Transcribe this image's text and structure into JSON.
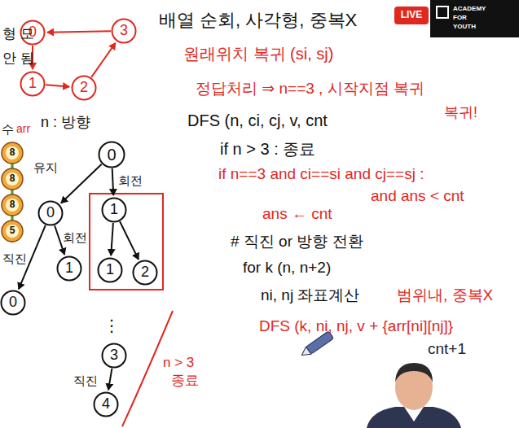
{
  "diagram": {
    "nodes": [
      {
        "text": [
          "0"
        ]
      },
      {
        "text": [
          "3"
        ]
      },
      {
        "text": [
          "1"
        ]
      },
      {
        "text": [
          "2"
        ]
      },
      {
        "text": [
          "0"
        ]
      },
      {
        "text": [
          "0"
        ]
      },
      {
        "text": [
          "1"
        ]
      },
      {
        "text": [
          "0"
        ]
      },
      {
        "text": [
          "1"
        ]
      },
      {
        "text": [
          "1"
        ]
      },
      {
        "text": [
          "2"
        ]
      },
      {
        "text": [
          "3"
        ]
      },
      {
        "text": [
          "4"
        ]
      }
    ],
    "edges": [
      {
        "from": 0,
        "to": 2,
        "arrow": "to"
      },
      {
        "from": 2,
        "to": 3,
        "arrow": "to"
      },
      {
        "from": 3,
        "to": 1,
        "arrow": "to"
      },
      {
        "from": 1,
        "to": 0,
        "arrow": "to"
      },
      {
        "from": 4,
        "to": 5,
        "label": "유지",
        "arrow": "to"
      },
      {
        "from": 4,
        "to": 6,
        "label": "회전",
        "arrow": "to"
      },
      {
        "from": 5,
        "to": 7,
        "label": "직진",
        "arrow": "to"
      },
      {
        "from": 5,
        "to": 8,
        "label": "회전",
        "arrow": "to"
      },
      {
        "from": 6,
        "to": 9,
        "arrow": "to"
      },
      {
        "from": 6,
        "to": 10,
        "arrow": "to"
      },
      {
        "from": 11,
        "to": 12,
        "label": "직진",
        "arrow": "to"
      }
    ],
    "labels": [
      "형 모",
      "안 됨",
      "배열 순회, 사각형, 중복X",
      "원래위치 복귀 (si, sj)",
      "정답처리 ⇒ n==3 , 시작지점 복귀",
      "DFS (n, ci, cj, v, cnt",
      "복귀!",
      "if n > 3 : 종료",
      "if n==3 and ci==si and cj==sj :",
      "and ans < cnt",
      "ans ← cnt",
      "# 직진 or 방향 전환",
      "for k (n, n+2)",
      "ni, nj 좌표계산",
      "범위내, 중복X",
      "DFS (k, ni, nj, v + {arr[ni][nj]}",
      "cnt+1",
      "n : 방향",
      "수",
      "arr",
      "8",
      "8",
      "8",
      "5",
      "⋮",
      "n > 3",
      "종료",
      "LIVE",
      "ACADEMY",
      "FOR",
      "YOUTH"
    ]
  }
}
